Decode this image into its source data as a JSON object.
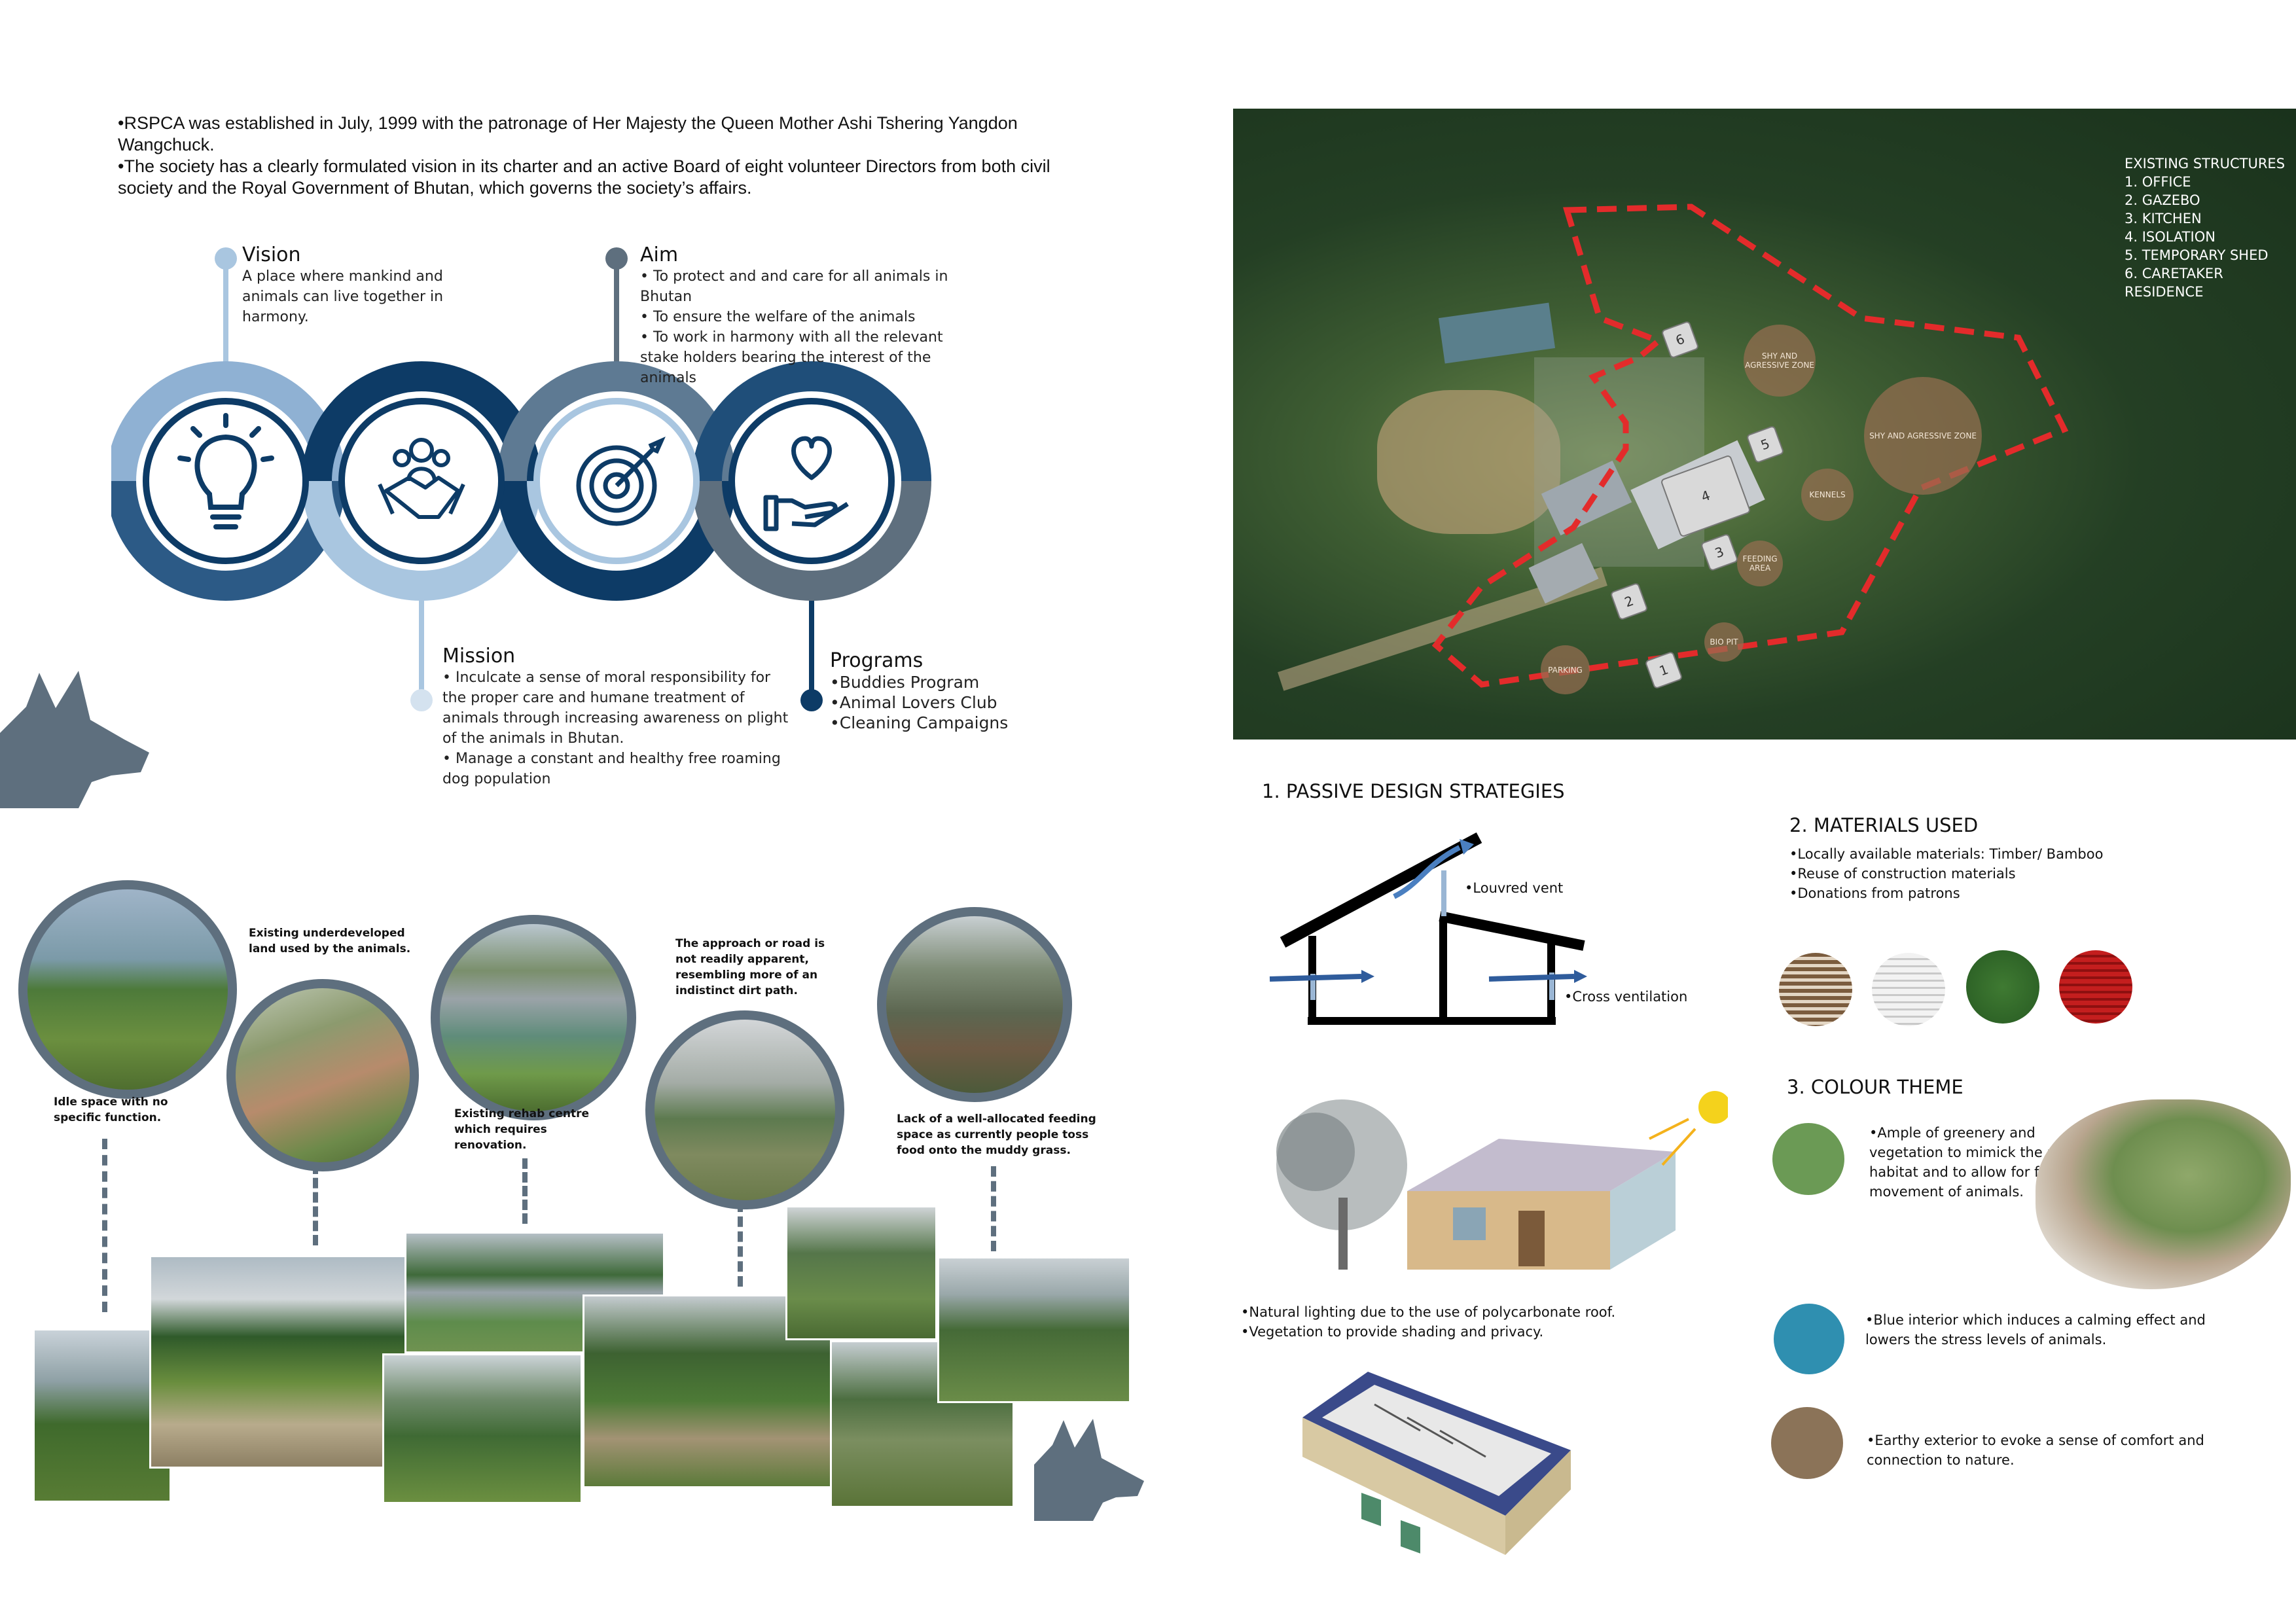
{
  "intro": {
    "line1": "•RSPCA was established in July, 1999 with the patronage of Her Majesty the Queen Mother Ashi Tshering Yangdon Wangchuck.",
    "line2": "•The society has a clearly formulated vision in its charter and an active Board of eight volunteer Directors from both civil society and the Royal Government of Bhutan, which governs the society’s affairs."
  },
  "infographic": {
    "vision": {
      "title": "Vision",
      "text": "A place where mankind and animals can live together in harmony."
    },
    "aim": {
      "title": "Aim",
      "lines": [
        "• To protect and and care for all animals in Bhutan",
        "• To ensure the welfare of the animals",
        "• To work in harmony with all the relevant stake holders bearing the interest of the animals"
      ]
    },
    "mission": {
      "title": "Mission",
      "lines": [
        "• Inculcate a sense of moral responsibility for the proper care and humane treatment of animals through increasing awareness on plight of the animals in Bhutan.",
        "• Manage a constant and healthy free roaming dog population"
      ]
    },
    "programs": {
      "title": "Programs",
      "lines": [
        "•Buddies Program",
        "•Animal Lovers Club",
        "•Cleaning Campaigns"
      ]
    },
    "icons": [
      "lightbulb-icon",
      "handshake-team-icon",
      "target-icon",
      "heart-hand-icon"
    ]
  },
  "site_notes": {
    "n1": "Idle space with no specific function.",
    "n2": "Existing underdeveloped land used by the animals.",
    "n3": "Existing rehab centre which requires renovation.",
    "n4": "The approach or road is not readily apparent, resembling more of an indistinct dirt path.",
    "n5": "Lack of a well-allocated feeding space as currently people toss food onto the muddy grass."
  },
  "map": {
    "legend_title": "EXISTING STRUCTURES",
    "legend_items": [
      "1. OFFICE",
      "2. GAZEBO",
      "3. KITCHEN",
      "4. ISOLATION",
      "5. TEMPORARY SHED",
      "6. CARETAKER RESIDENCE"
    ],
    "zones": [
      "SHY AND AGRESSIVE ZONE",
      "SHY AND AGRESSIVE ZONE",
      "KENNELS",
      "FEEDING AREA",
      "BIO PIT",
      "PARKING"
    ],
    "building_numbers": [
      "1",
      "2",
      "3",
      "4",
      "5",
      "6"
    ]
  },
  "passive": {
    "title": "1. PASSIVE DESIGN STRATEGIES",
    "louvred": "•Louvred  vent",
    "cross": "•Cross ventilation",
    "notes": [
      "•Natural lighting due to the use of polycarbonate roof.",
      "•Vegetation to provide shading and privacy."
    ]
  },
  "materials": {
    "title": "2. MATERIALS USED",
    "lines": [
      "•Locally available materials: Timber/ Bamboo",
      "•Reuse of construction materials",
      "•Donations from patrons"
    ]
  },
  "colour_theme": {
    "title": "3. COLOUR THEME",
    "items": [
      {
        "color": "#6b9a55",
        "text": "•Ample of greenery and vegetation to mimick the natural habitat and to allow for free movement of animals."
      },
      {
        "color": "#2f8fb0",
        "text": "•Blue interior which induces a calming effect and lowers the stress levels of animals."
      },
      {
        "color": "#8b7358",
        "text": "•Earthy exterior to evoke a sense of comfort and connection to nature."
      }
    ]
  },
  "colors": {
    "navy": "#0d3b66",
    "steel": "#5e6f7e",
    "light_blue": "#a9c6e0",
    "dash_red": "#e32b2b"
  }
}
